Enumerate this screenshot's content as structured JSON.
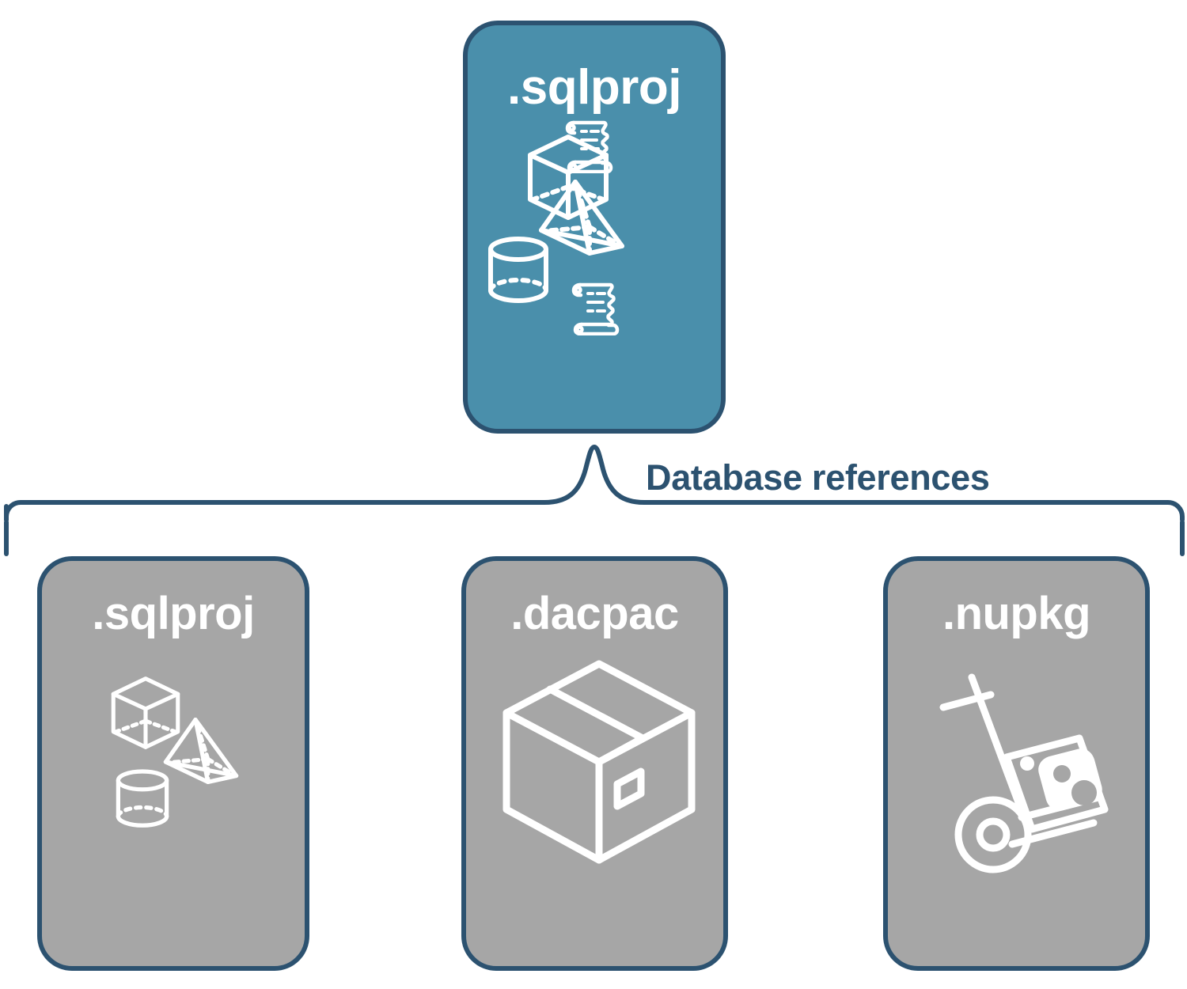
{
  "diagram": {
    "title": "Database references",
    "colors": {
      "primary_fill": "#4a8fab",
      "secondary_fill": "#a6a6a6",
      "stroke": "#2c5270",
      "icon": "#ffffff",
      "label_text": "#2c5270",
      "card_title_text": "#ffffff",
      "background": "#ffffff"
    },
    "connector": {
      "type": "curly-brace",
      "label": "Database references"
    }
  },
  "root_card": {
    "title": ".sqlproj",
    "fill": "#4a8fab",
    "icons": [
      "cube-wireframe-icon",
      "scroll-icon",
      "pyramid-wireframe-icon",
      "cylinder-wireframe-icon",
      "scroll-icon"
    ]
  },
  "reference_cards": [
    {
      "title": ".sqlproj",
      "fill": "#a6a6a6",
      "icons": [
        "cube-wireframe-icon",
        "pyramid-wireframe-icon",
        "cylinder-wireframe-icon"
      ]
    },
    {
      "title": ".dacpac",
      "fill": "#a6a6a6",
      "icons": [
        "package-box-icon"
      ]
    },
    {
      "title": ".nupkg",
      "fill": "#a6a6a6",
      "icons": [
        "hand-truck-nuget-package-icon"
      ]
    }
  ]
}
